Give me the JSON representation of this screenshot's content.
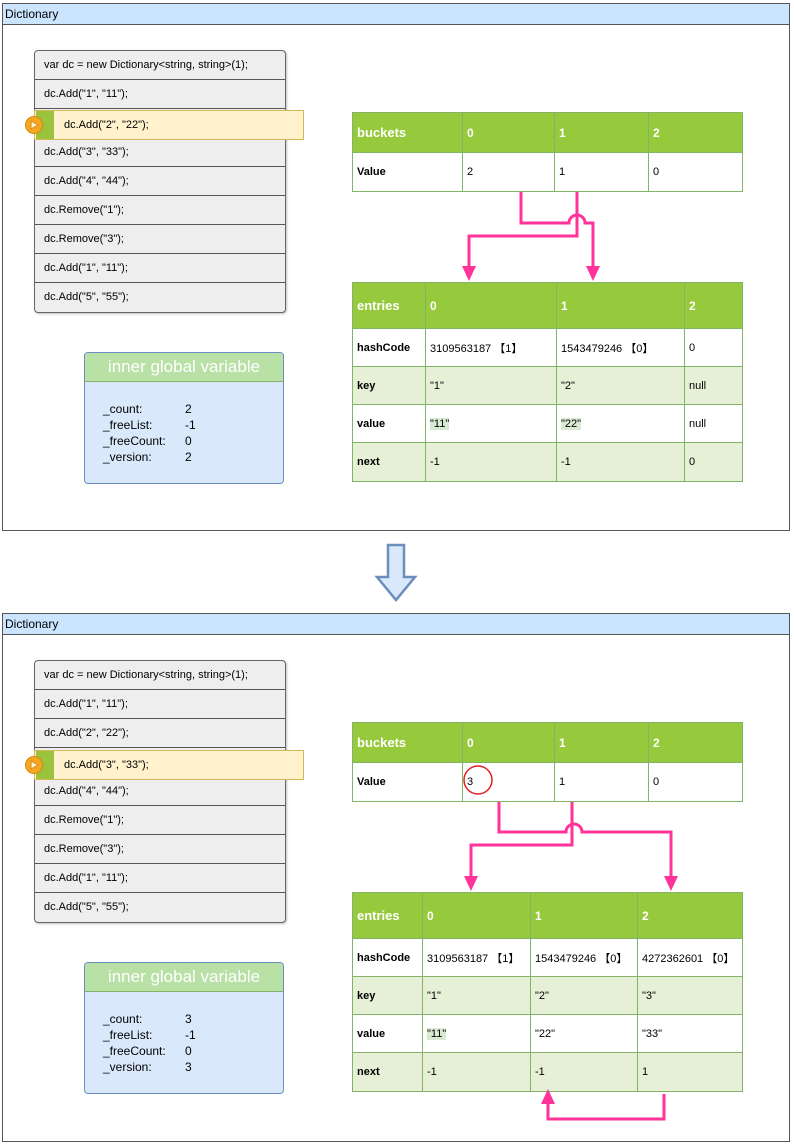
{
  "colors": {
    "header_bg": "#cce5ff",
    "arrow": "#ff3399",
    "table_header": "#97c93c",
    "highlight_line": "#fff2cc",
    "var_box": "#dae8fc"
  },
  "panels": [
    {
      "title": "Dictionary",
      "code": [
        "var dc = new Dictionary<string, string>(1);",
        "dc.Add(\"1\", \"11\");",
        "dc.Add(\"2\", \"22\");",
        "dc.Add(\"3\", \"33\");",
        " dc.Add(\"4\", \"44\");",
        "dc.Remove(\"1\");",
        "dc.Remove(\"3\");",
        "dc.Add(\"1\", \"11\");",
        " dc.Add(\"5\", \"55\");"
      ],
      "current_line": "dc.Add(\"2\", \"22\");",
      "vars": {
        "title": "inner global variable",
        "rows": [
          {
            "k": "_count:",
            "v": "2"
          },
          {
            "k": "_freeList:",
            "v": "-1"
          },
          {
            "k": "_freeCount:",
            "v": "0"
          },
          {
            "k": "_version:",
            "v": "2"
          }
        ]
      },
      "buckets": {
        "header": [
          "buckets",
          "0",
          "1",
          "2"
        ],
        "label": "Value",
        "values": [
          "2",
          "1",
          "0"
        ]
      },
      "entries": {
        "header": [
          "entries",
          "0",
          "1",
          "2"
        ],
        "rows": [
          {
            "label": "hashCode",
            "cells": [
              "3109563187 【1】",
              "1543479246 【0】",
              "0"
            ]
          },
          {
            "label": "key",
            "cells": [
              "\"1\"",
              "\"2\"",
              "null"
            ]
          },
          {
            "label": "value",
            "cells": [
              "\"11\"",
              "\"22\"",
              "null"
            ]
          },
          {
            "label": "next",
            "cells": [
              "-1",
              "-1",
              "0"
            ]
          }
        ]
      }
    },
    {
      "title": "Dictionary",
      "code": [
        "var dc = new Dictionary<string, string>(1);",
        "dc.Add(\"1\", \"11\");",
        "dc.Add(\"2\", \"22\");",
        "dc.Add(\"3\", \"33\");",
        " dc.Add(\"4\", \"44\");",
        "dc.Remove(\"1\");",
        "dc.Remove(\"3\");",
        "dc.Add(\"1\", \"11\");",
        " dc.Add(\"5\", \"55\");"
      ],
      "current_line": "dc.Add(\"3\", \"33\");",
      "vars": {
        "title": "inner global variable",
        "rows": [
          {
            "k": "_count:",
            "v": "3"
          },
          {
            "k": "_freeList:",
            "v": "-1"
          },
          {
            "k": "_freeCount:",
            "v": "0"
          },
          {
            "k": "_version:",
            "v": "3"
          }
        ]
      },
      "buckets": {
        "header": [
          "buckets",
          "0",
          "1",
          "2"
        ],
        "label": "Value",
        "values": [
          "3",
          "1",
          "0"
        ]
      },
      "entries": {
        "header": [
          "entries",
          "0",
          "1",
          "2"
        ],
        "rows": [
          {
            "label": "hashCode",
            "cells": [
              "3109563187 【1】",
              "1543479246 【0】",
              "4272362601 【0】"
            ]
          },
          {
            "label": "key",
            "cells": [
              "\"1\"",
              "\"2\"",
              "\"3\""
            ]
          },
          {
            "label": "value",
            "cells": [
              "\"11\"",
              "\"22\"",
              "\"33\""
            ]
          },
          {
            "label": "next",
            "cells": [
              "-1",
              "-1",
              "1"
            ]
          }
        ]
      }
    }
  ]
}
